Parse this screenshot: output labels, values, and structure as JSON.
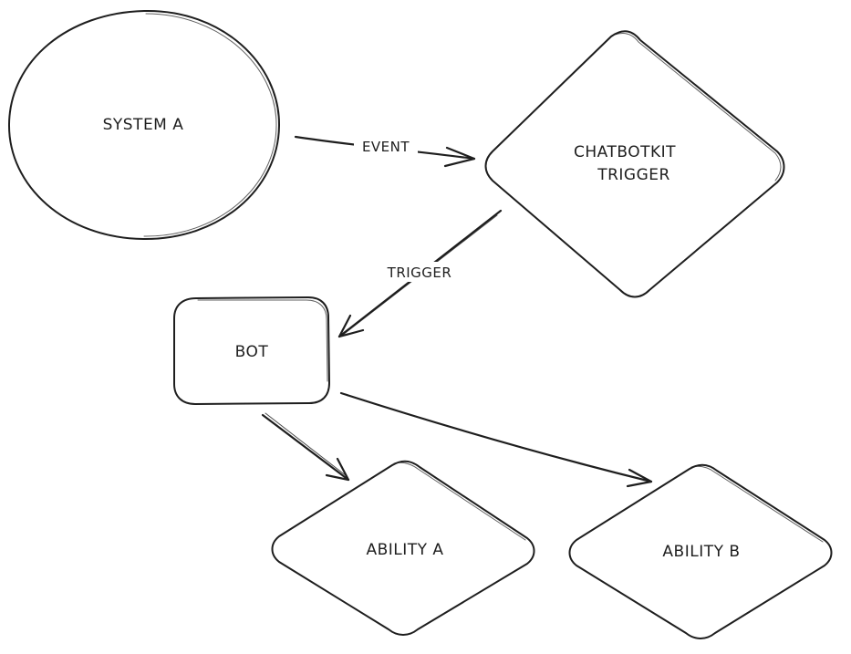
{
  "diagram": {
    "nodes": {
      "system_a": {
        "lines": [
          "SYSTEM A"
        ]
      },
      "chatbotkit_trigger": {
        "lines": [
          "CHATBOTKIT",
          "TRIGGER"
        ]
      },
      "bot": {
        "lines": [
          "BOT"
        ]
      },
      "ability_a": {
        "lines": [
          "ABILITY A"
        ]
      },
      "ability_b": {
        "lines": [
          "ABILITY B"
        ]
      }
    },
    "edges": {
      "event": {
        "label": "EVENT"
      },
      "trigger": {
        "label": "TRIGGER"
      },
      "bot_to_ability_a": {
        "label": ""
      },
      "bot_to_ability_b": {
        "label": ""
      }
    },
    "stroke_color": "#1e1e1e",
    "background": "#ffffff"
  }
}
